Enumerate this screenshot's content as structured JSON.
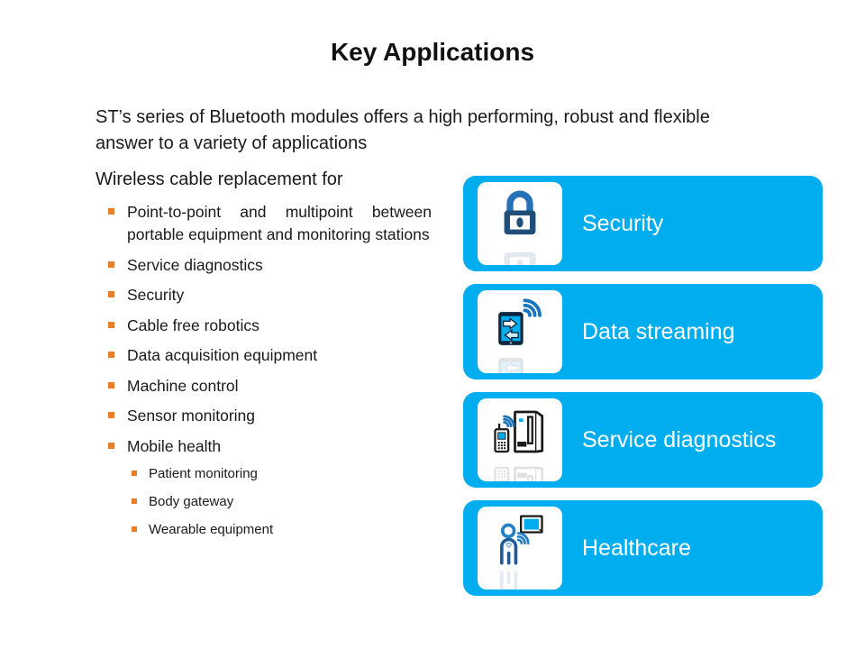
{
  "slide": {
    "title": "Key Applications",
    "intro": "ST’s series of Bluetooth modules offers a high performing, robust and flexible answer to a variety of applications",
    "list_heading": "Wireless cable replacement for",
    "bullets": [
      {
        "label": "Point-to-point and multipoint between portable equipment and monitoring stations"
      },
      {
        "label": "Service diagnostics"
      },
      {
        "label": "Security"
      },
      {
        "label": "Cable free robotics"
      },
      {
        "label": "Data acquisition equipment"
      },
      {
        "label": "Machine control"
      },
      {
        "label": "Sensor monitoring"
      },
      {
        "label": "Mobile health",
        "sub": [
          "Patient monitoring",
          "Body gateway",
          "Wearable equipment"
        ]
      }
    ],
    "cards": [
      {
        "label": "Security",
        "icon": "padlock-icon"
      },
      {
        "label": "Data streaming",
        "icon": "tablet-wireless-icon"
      },
      {
        "label": "Service diagnostics",
        "icon": "phone-and-machine-icon"
      },
      {
        "label": "Healthcare",
        "icon": "patient-wireless-monitor-icon"
      }
    ],
    "colors": {
      "card_background": "#00AEEF",
      "bullet_orange": "#E87E29",
      "icon_navy": "#1F4E79",
      "icon_blue": "#2471B8",
      "body_text": "#1A1A1A",
      "card_text": "#FFFFFF"
    }
  }
}
